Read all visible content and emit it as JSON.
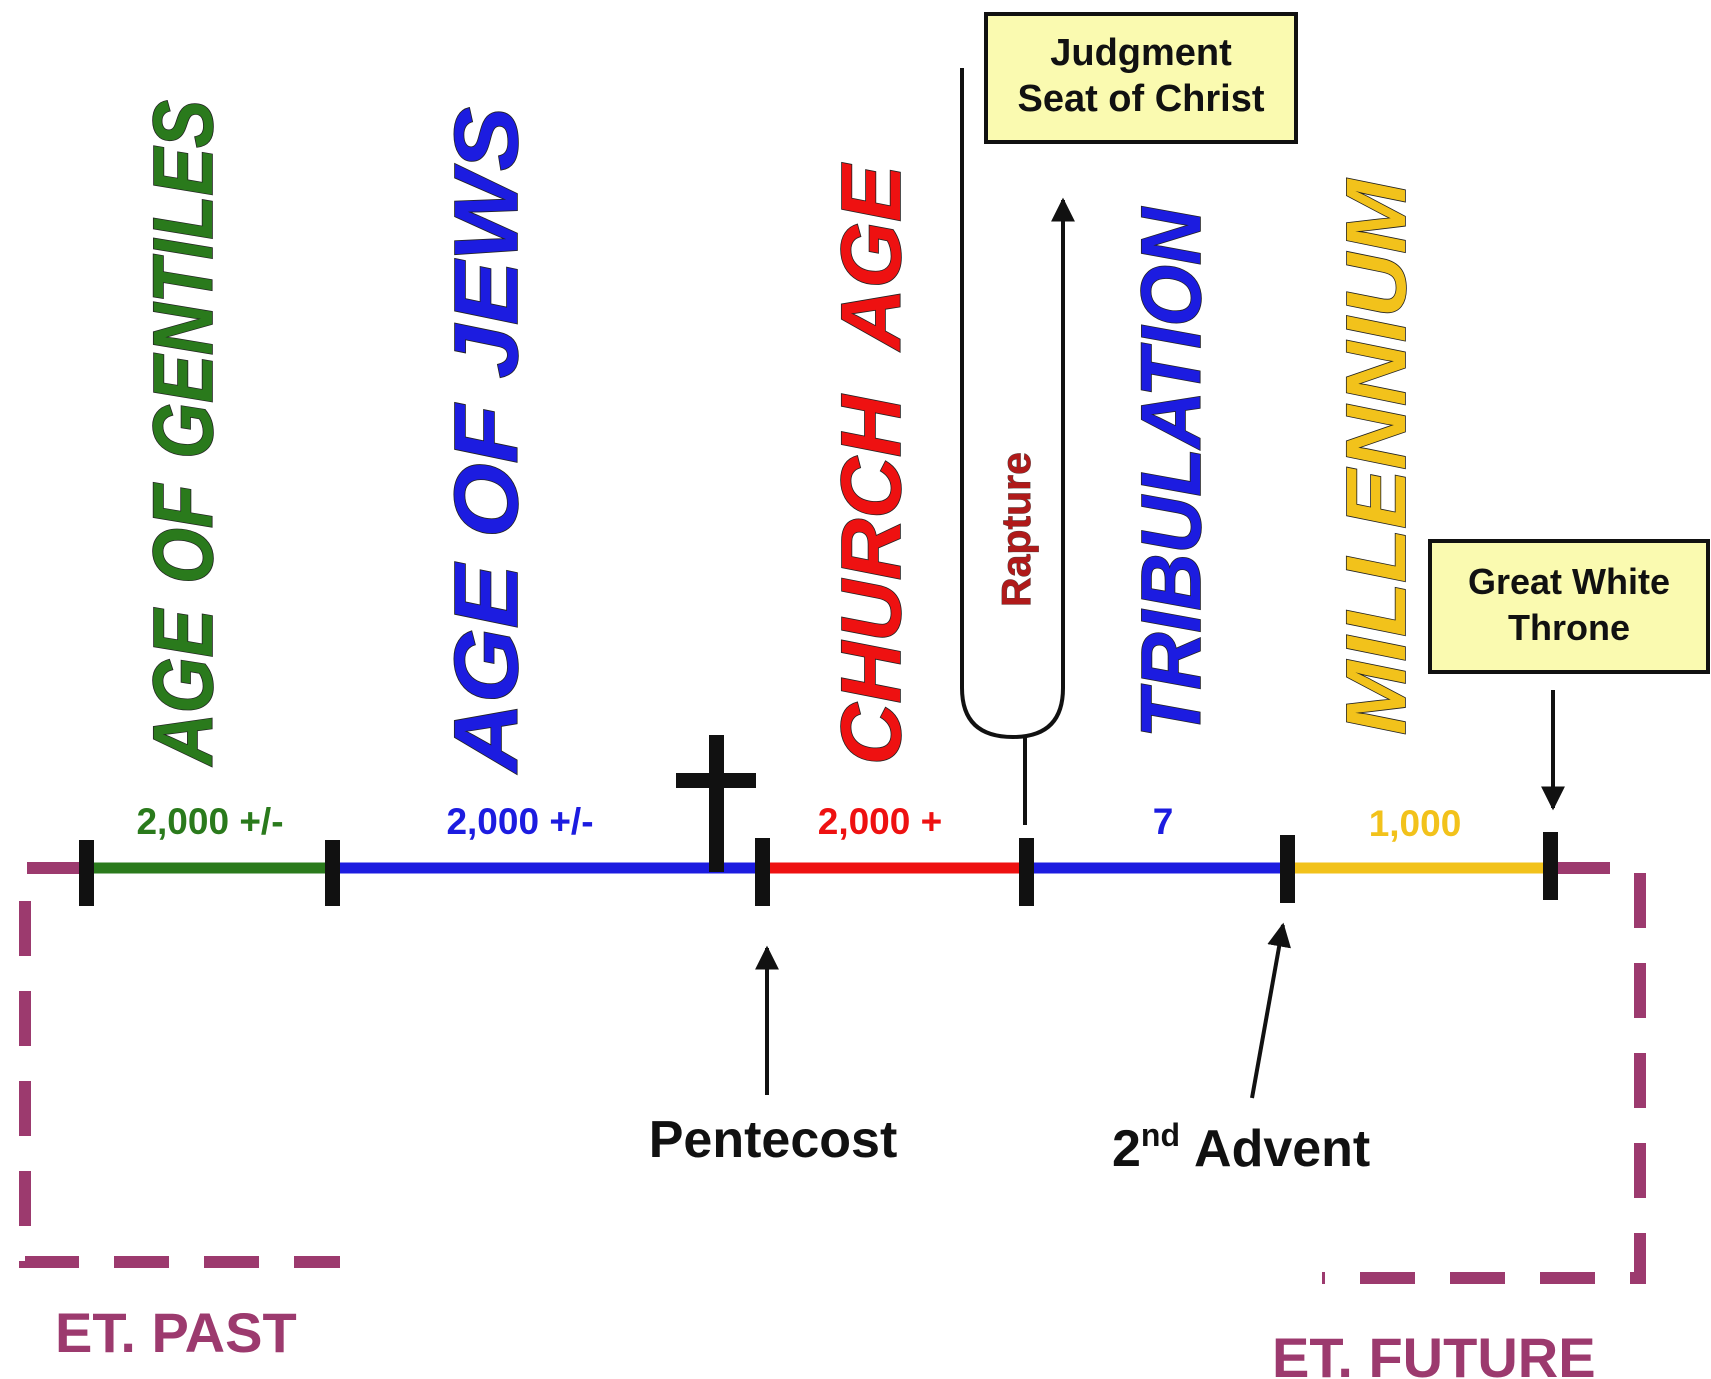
{
  "ages": [
    {
      "key": "gentiles",
      "words": [
        "AGE",
        "OF",
        "GENTILES"
      ],
      "color": "#2a7a1c",
      "duration": "2,000 +/-"
    },
    {
      "key": "jews",
      "words": [
        "AGE",
        "OF",
        "JEWS"
      ],
      "color": "#1c1ce0",
      "duration": "2,000 +/-"
    },
    {
      "key": "church",
      "words": [
        "CHURCH",
        "AGE"
      ],
      "color": "#ee1111",
      "duration": "2,000 +"
    },
    {
      "key": "tribulation",
      "words": [
        "TRIBULATION"
      ],
      "color": "#1c1ce0",
      "duration": "7"
    },
    {
      "key": "millennium",
      "words": [
        "MILLENNIUM"
      ],
      "color": "#f2c21b",
      "duration": "1,000"
    }
  ],
  "events": {
    "rapture": "Rapture",
    "judgment_seat": [
      "Judgment",
      "Seat of Christ"
    ],
    "great_white_throne": [
      "Great White",
      "Throne"
    ],
    "pentecost": "Pentecost",
    "second_advent_number": "2",
    "second_advent_suffix": "nd",
    "second_advent_word": "Advent"
  },
  "eternity": {
    "past": "ET. PAST",
    "future": "ET. FUTURE"
  },
  "colors": {
    "eternity": "#9c3a6e",
    "callout_fill": "#fafab0",
    "rapture_text": "#b01a1a",
    "arrow": "#111111"
  },
  "icons": [
    "cross-icon"
  ]
}
